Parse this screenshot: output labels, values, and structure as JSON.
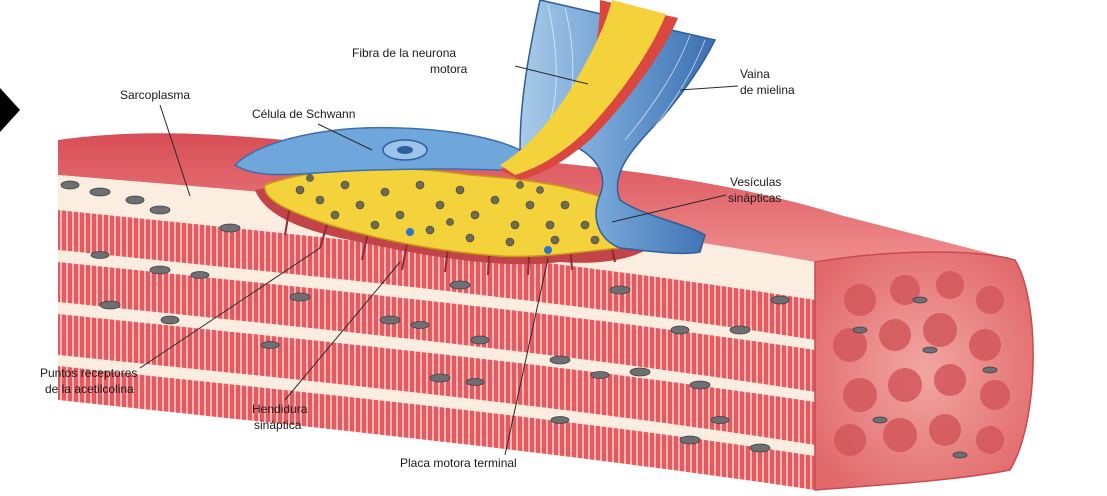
{
  "labels": {
    "motor_fiber": [
      "Fibra de la neurona",
      "motora"
    ],
    "myelin": [
      "Vaina",
      "de mielina"
    ],
    "sarcoplasm": [
      "Sarcoplasma"
    ],
    "schwann": [
      "Célula de Schwann"
    ],
    "vesicles": [
      "Vesículas",
      "sinápticas"
    ],
    "receptors": [
      "Puntos receptores",
      "de la acetilcolina"
    ],
    "cleft": [
      "Hendidura",
      "sináptica"
    ],
    "end_plate": [
      "Placa motora terminal"
    ]
  },
  "colors": {
    "muscle_red": "#e0565d",
    "muscle_light": "#f4b8b6",
    "sarcoplasm_cream": "#fbeee0",
    "axon_yellow": "#f4d23c",
    "myelin_blue": "#7fb0dd",
    "myelin_dark": "#3f76b8",
    "mito_gray": "#6d6f73"
  },
  "icons": {
    "nav_arrow": "play-arrow-icon"
  }
}
